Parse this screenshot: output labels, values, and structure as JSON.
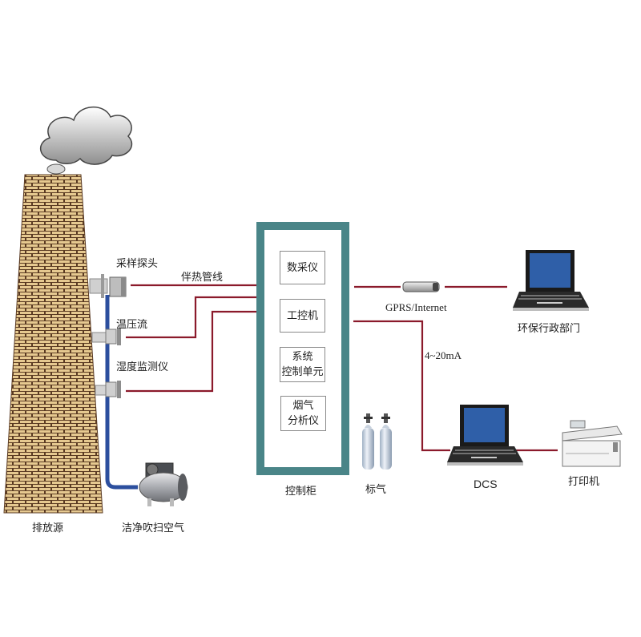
{
  "title": "烟气在线监测系统示意图",
  "colors": {
    "signal_line": "#8b1a2b",
    "purge_pipe": "#2c4f9e",
    "cabinet_frame": "#4a8588",
    "brick": "#e6c990",
    "mortar": "#5a3a22",
    "screen": "#2f5fa8"
  },
  "source": {
    "label": "排放源",
    "icon": "chimney-icon",
    "smoke_icon": "smoke-cloud-icon"
  },
  "probes": [
    {
      "label": "采样探头",
      "icon": "sampling-probe-icon"
    },
    {
      "label": "温压流",
      "icon": "tpf-sensor-icon"
    },
    {
      "label": "湿度监测仪",
      "icon": "humidity-sensor-icon"
    }
  ],
  "line_label": "伴热管线",
  "purge": {
    "label": "洁净吹扫空气",
    "icon": "air-compressor-icon"
  },
  "cabinet": {
    "label": "控制柜",
    "modules": [
      {
        "line1": "数采仪",
        "line2": ""
      },
      {
        "line1": "工控机",
        "line2": ""
      },
      {
        "line1": "系统",
        "line2": "控制单元"
      },
      {
        "line1": "烟气",
        "line2": "分析仪"
      }
    ]
  },
  "calibration_gas": {
    "label": "标气",
    "icon": "gas-cylinder-icon"
  },
  "network": {
    "label": "GPRS/Internet",
    "icon": "modem-icon"
  },
  "epa": {
    "label": "环保行政部门",
    "icon": "laptop-icon"
  },
  "analog": {
    "label": "4~20mA"
  },
  "dcs": {
    "label": "DCS",
    "icon": "laptop-icon"
  },
  "printer": {
    "label": "打印机",
    "icon": "printer-icon"
  }
}
